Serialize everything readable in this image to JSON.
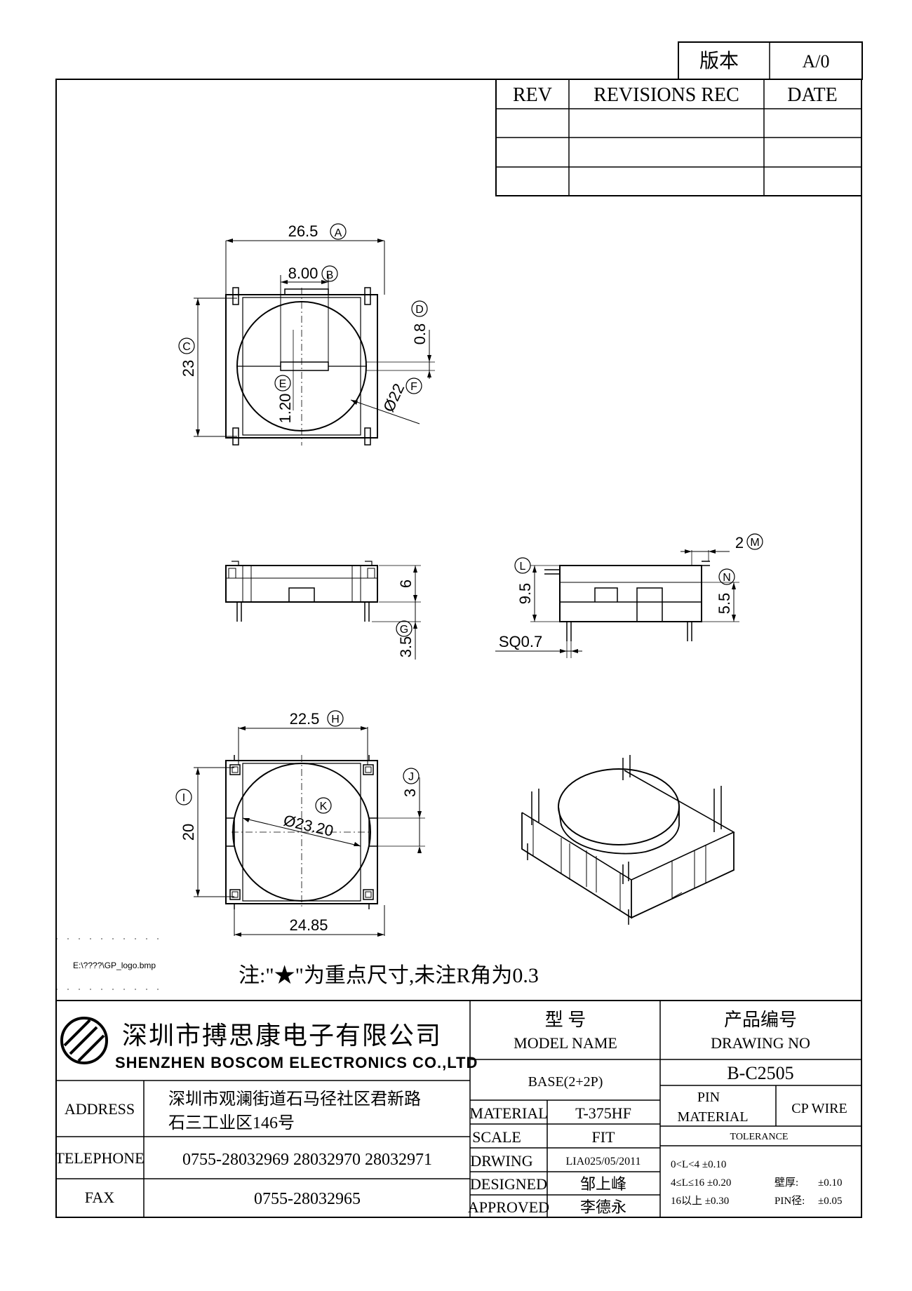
{
  "version_box": {
    "label": "版本",
    "value": "A/0"
  },
  "revisions": {
    "headers": [
      "REV",
      "REVISIONS REC",
      "DATE"
    ],
    "rows": [
      [
        "",
        "",
        ""
      ],
      [
        "",
        "",
        ""
      ],
      [
        "",
        "",
        ""
      ]
    ]
  },
  "top_view": {
    "dim_a": "26.5",
    "dim_a_ref": "A",
    "dim_b": "8.00",
    "dim_b_ref": "B",
    "dim_c": "23",
    "dim_c_ref": "C",
    "dim_d": "0.8",
    "dim_d_ref": "D",
    "dim_e": "1.20",
    "dim_e_ref": "E",
    "dim_f": "Ø22",
    "dim_f_ref": "F"
  },
  "front_view": {
    "dim_height": "6",
    "dim_pin": "3.5",
    "dim_pin_ref": "G"
  },
  "side_view": {
    "dim_l": "9.5",
    "dim_l_ref": "L",
    "dim_m": "2",
    "dim_m_ref": "M",
    "dim_n": "5.5",
    "dim_n_ref": "N",
    "dim_sq": "SQ0.7"
  },
  "bottom_view": {
    "dim_h": "22.5",
    "dim_h_ref": "H",
    "dim_i": "20",
    "dim_i_ref": "I",
    "dim_j": "3",
    "dim_j_ref": "J",
    "dim_k": "Ø23.20",
    "dim_k_ref": "K",
    "dim_width": "24.85"
  },
  "logo_path": "E:\\????\\GP_logo.bmp",
  "note": "注:\"★\"为重点尺寸,未注R角为0.3",
  "title_block": {
    "company_cn": "深圳市搏思康电子有限公司",
    "company_en": "SHENZHEN BOSCOM ELECTRONICS CO.,LTD",
    "model_cn": "型    号",
    "model_en": "MODEL NAME",
    "model_value": "BASE(2+2P)",
    "drawing_no_cn": "产品编号",
    "drawing_no_en": "DRAWING NO",
    "drawing_no_value": "B-C2505",
    "address_label": "ADDRESS",
    "address_line1": "深圳市观澜街道石马径社区君新路",
    "address_line2": "石三工业区146号",
    "telephone_label": "TELEPHONE",
    "telephone_value": "0755-28032969 28032970 28032971",
    "fax_label": "FAX",
    "fax_value": "0755-28032965",
    "material_label": "MATERIAL",
    "material_value": "T-375HF",
    "scale_label": "SCALE",
    "scale_value": "FIT",
    "drwing_label": "DRWING",
    "drwing_value": "LIA025/05/2011",
    "designed_label": "DESIGNED",
    "designed_value": "邹上峰",
    "approved_label": "APPROVED",
    "approved_value": "李德永",
    "pin_material_line1": "PIN",
    "pin_material_line2": "MATERIAL",
    "pin_material_value": "CP WIRE",
    "tolerance_label": "TOLERANCE",
    "tol1": "0<L<4    ±0.10",
    "tol2": "4≤L≤16  ±0.20",
    "tol3": "16以上      ±0.30",
    "wall_label": "壁厚:",
    "wall_value": "±0.10",
    "pin_dia_label": "PIN径:",
    "pin_dia_value": "±0.05"
  }
}
